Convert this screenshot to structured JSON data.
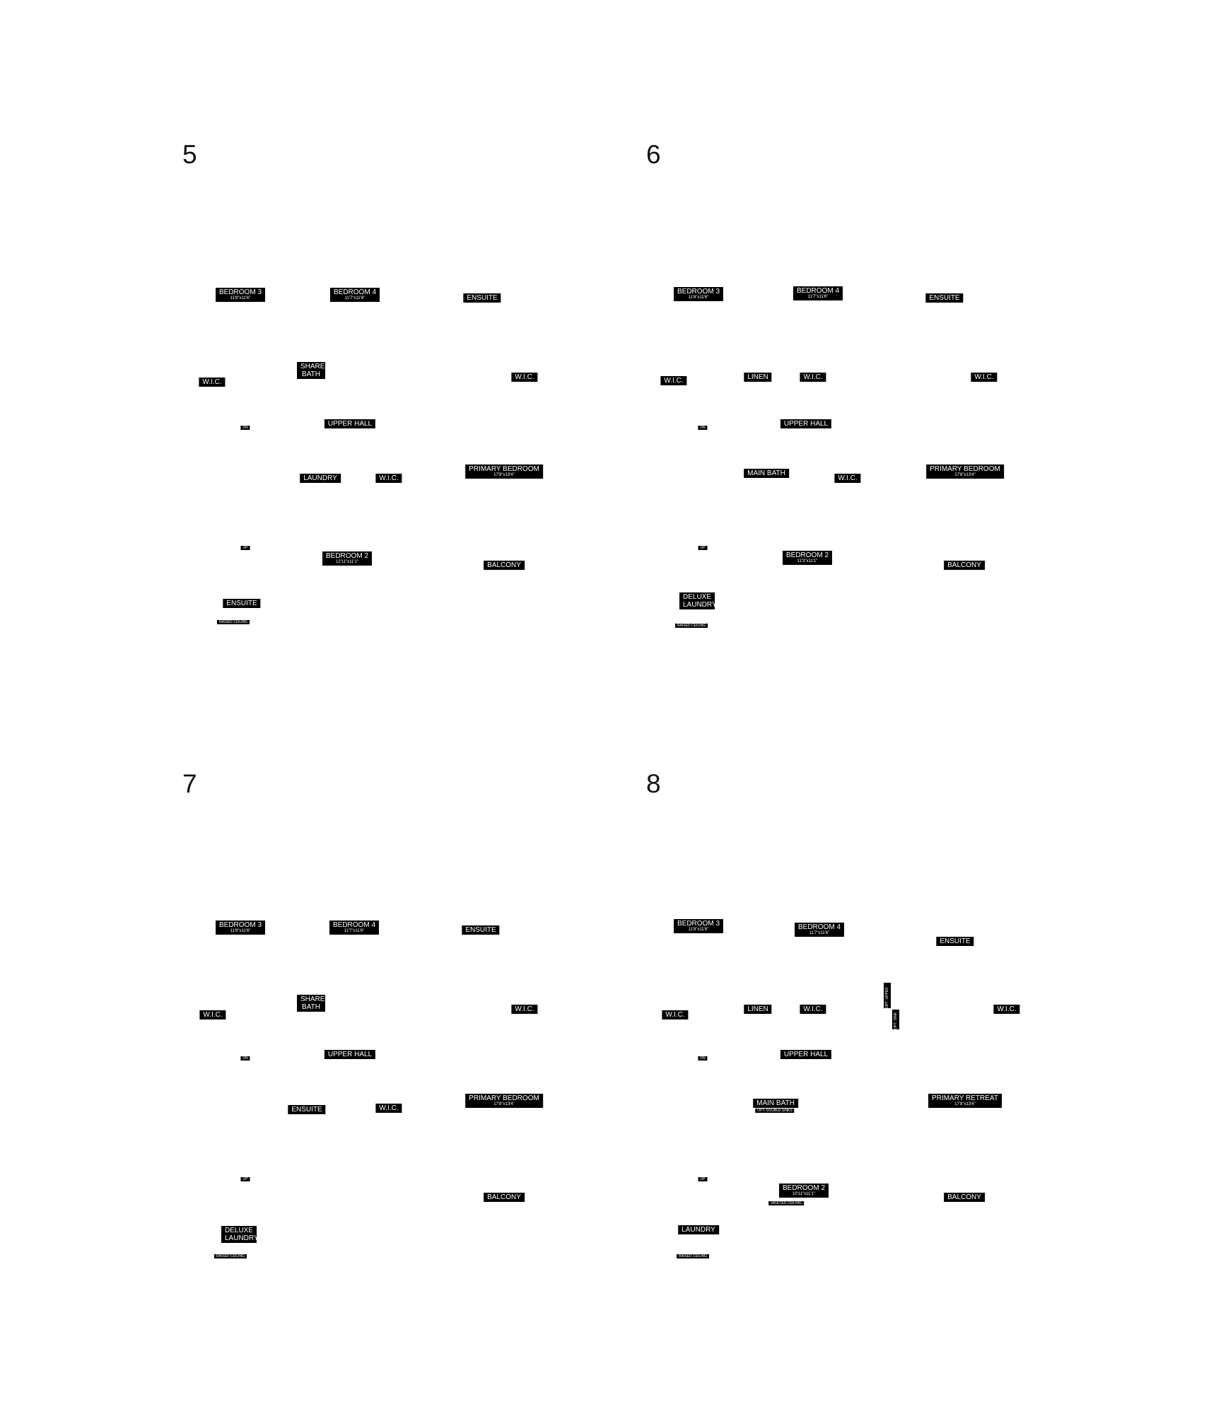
{
  "panels": [
    {
      "number": "5",
      "rooms": [
        {
          "name": "BEDROOM 3",
          "dim": "11'8\"x11'6\""
        },
        {
          "name": "BEDROOM 4",
          "dim": "11'7\"x11'6\""
        },
        {
          "name": "ENSUITE"
        },
        {
          "name": "W.I.C."
        },
        {
          "name": "SHARED BATH"
        },
        {
          "name": "W.I.C."
        },
        {
          "name": "DN"
        },
        {
          "name": "UPPER HALL"
        },
        {
          "name": "LAUNDRY"
        },
        {
          "name": "W.I.C."
        },
        {
          "name": "PRIMARY BEDROOM",
          "dim": "17'8\"x13'4\""
        },
        {
          "name": "UP"
        },
        {
          "name": "BEDROOM 2",
          "dim": "12'11\"x11'1\""
        },
        {
          "name": "BALCONY"
        },
        {
          "name": "ENSUITE"
        },
        {
          "name": "RAISED CEILING"
        }
      ]
    },
    {
      "number": "6",
      "rooms": [
        {
          "name": "BEDROOM 3",
          "dim": "11'8\"x11'6\""
        },
        {
          "name": "BEDROOM 4",
          "dim": "11'7\"x11'6\""
        },
        {
          "name": "ENSUITE"
        },
        {
          "name": "W.I.C."
        },
        {
          "name": "LINEN"
        },
        {
          "name": "W.I.C."
        },
        {
          "name": "W.I.C."
        },
        {
          "name": "DN"
        },
        {
          "name": "UPPER HALL"
        },
        {
          "name": "MAIN BATH"
        },
        {
          "name": "W.I.C."
        },
        {
          "name": "PRIMARY BEDROOM",
          "dim": "17'8\"x13'4\""
        },
        {
          "name": "UP"
        },
        {
          "name": "BEDROOM 2",
          "dim": "11'3\"x11'1\""
        },
        {
          "name": "BALCONY"
        },
        {
          "name": "DELUXE LAUNDRY"
        },
        {
          "name": "RAISED CEILING"
        }
      ]
    },
    {
      "number": "7",
      "rooms": [
        {
          "name": "BEDROOM 3",
          "dim": "11'8\"x11'6\""
        },
        {
          "name": "BEDROOM 4",
          "dim": "11'7\"x11'6\""
        },
        {
          "name": "ENSUITE"
        },
        {
          "name": "W.I.C."
        },
        {
          "name": "SHARED BATH"
        },
        {
          "name": "W.I.C."
        },
        {
          "name": "DN"
        },
        {
          "name": "UPPER HALL"
        },
        {
          "name": "ENSUITE"
        },
        {
          "name": "W.I.C."
        },
        {
          "name": "PRIMARY BEDROOM",
          "dim": "17'8\"x13'4\""
        },
        {
          "name": "UP"
        },
        {
          "name": "BALCONY"
        },
        {
          "name": "DELUXE LAUNDRY"
        },
        {
          "name": "RAISED CEILING"
        }
      ]
    },
    {
      "number": "8",
      "rooms": [
        {
          "name": "BEDROOM 3",
          "dim": "11'8\"x11'6\""
        },
        {
          "name": "BEDROOM 4",
          "dim": "11'7\"x11'6\""
        },
        {
          "name": "ENSUITE"
        },
        {
          "name": "W.I.C."
        },
        {
          "name": "LINEN"
        },
        {
          "name": "W.I.C."
        },
        {
          "name": "OPT. UPPER"
        },
        {
          "name": "OPT. SINK"
        },
        {
          "name": "W.I.C."
        },
        {
          "name": "DN"
        },
        {
          "name": "UPPER HALL"
        },
        {
          "name": "MAIN BATH"
        },
        {
          "name": "OPT. DOUBLE SINKS"
        },
        {
          "name": "PRIMARY RETREAT",
          "dim": "17'8\"x13'4\""
        },
        {
          "name": "UP"
        },
        {
          "name": "BEDROOM 2",
          "dim": "10'11\"x11'1\""
        },
        {
          "name": "VAULTED CEILING"
        },
        {
          "name": "BALCONY"
        },
        {
          "name": "LAUNDRY"
        },
        {
          "name": "RAISED CEILING"
        }
      ]
    }
  ]
}
